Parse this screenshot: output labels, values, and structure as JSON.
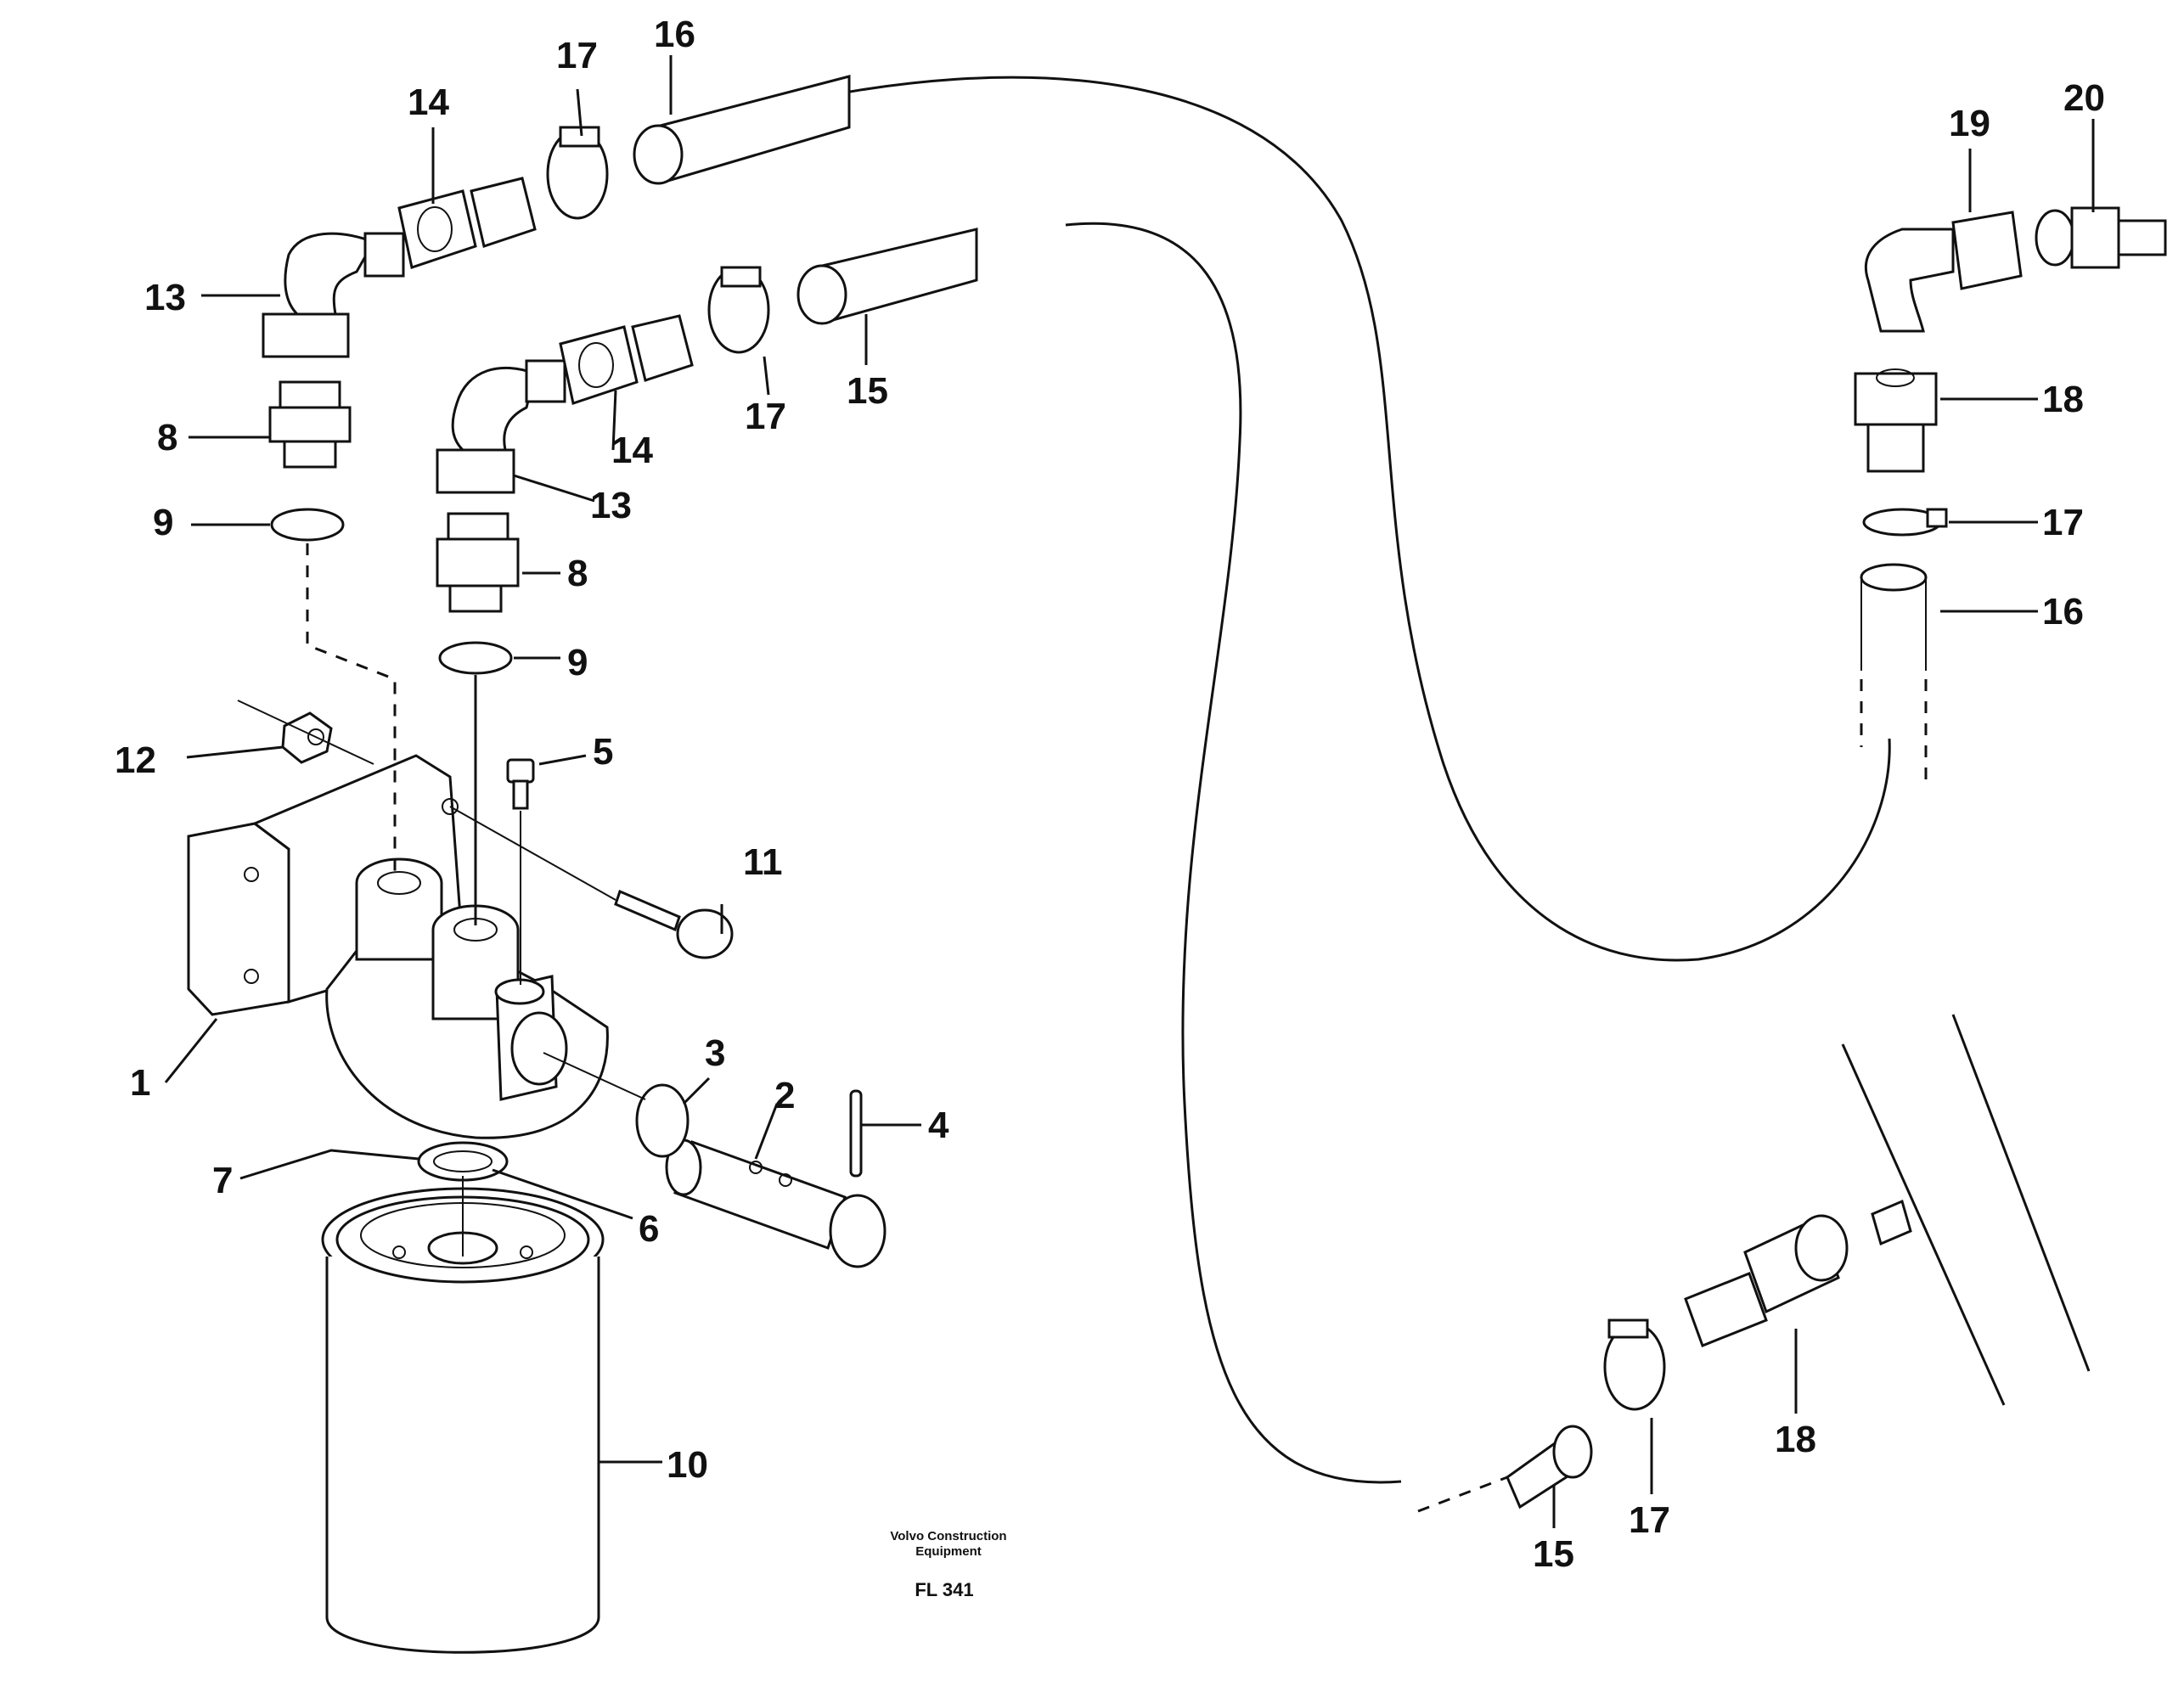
{
  "drawing": {
    "publisher_line1": "Volvo Construction",
    "publisher_line2": "Equipment",
    "code": "FL 341"
  },
  "callouts": [
    {
      "id": "c1",
      "text": "1"
    },
    {
      "id": "c2",
      "text": "2"
    },
    {
      "id": "c3",
      "text": "3"
    },
    {
      "id": "c4",
      "text": "4"
    },
    {
      "id": "c5",
      "text": "5"
    },
    {
      "id": "c6",
      "text": "6"
    },
    {
      "id": "c7",
      "text": "7"
    },
    {
      "id": "c8a",
      "text": "8"
    },
    {
      "id": "c8b",
      "text": "8"
    },
    {
      "id": "c9a",
      "text": "9"
    },
    {
      "id": "c9b",
      "text": "9"
    },
    {
      "id": "c10",
      "text": "10"
    },
    {
      "id": "c11",
      "text": "11"
    },
    {
      "id": "c12",
      "text": "12"
    },
    {
      "id": "c13a",
      "text": "13"
    },
    {
      "id": "c13b",
      "text": "13"
    },
    {
      "id": "c14a",
      "text": "14"
    },
    {
      "id": "c14b",
      "text": "14"
    },
    {
      "id": "c15a",
      "text": "15"
    },
    {
      "id": "c15b",
      "text": "15"
    },
    {
      "id": "c16a",
      "text": "16"
    },
    {
      "id": "c16b",
      "text": "16"
    },
    {
      "id": "c17a",
      "text": "17"
    },
    {
      "id": "c17b",
      "text": "17"
    },
    {
      "id": "c17c",
      "text": "17"
    },
    {
      "id": "c17d",
      "text": "17"
    },
    {
      "id": "c18a",
      "text": "18"
    },
    {
      "id": "c18b",
      "text": "18"
    },
    {
      "id": "c19",
      "text": "19"
    },
    {
      "id": "c20",
      "text": "20"
    }
  ]
}
